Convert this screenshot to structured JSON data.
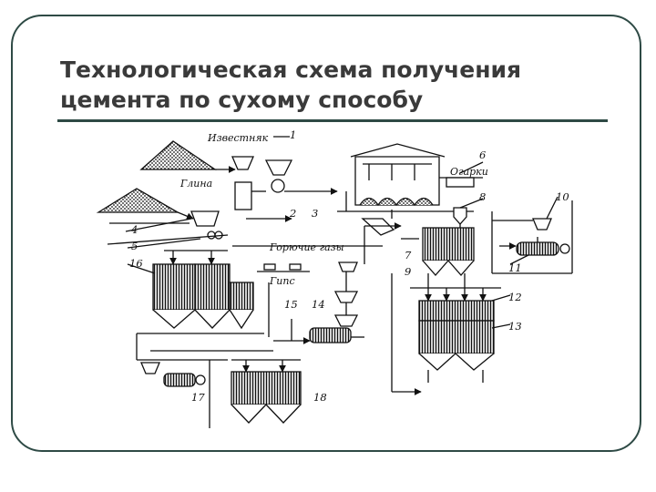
{
  "slide": {
    "title_line1": "Технологическая схема получения",
    "title_line2": "цемента по сухому способу"
  },
  "diagram": {
    "labels": {
      "limestone": "Известняк",
      "clay": "Глина",
      "fuel": "Горючие газы",
      "gypsum": "Гипс",
      "dust": "Огарки"
    },
    "numbers": [
      "1",
      "2",
      "3",
      "4",
      "5",
      "6",
      "7",
      "8",
      "9",
      "10",
      "11",
      "12",
      "13",
      "14",
      "15",
      "16",
      "17",
      "18"
    ]
  }
}
